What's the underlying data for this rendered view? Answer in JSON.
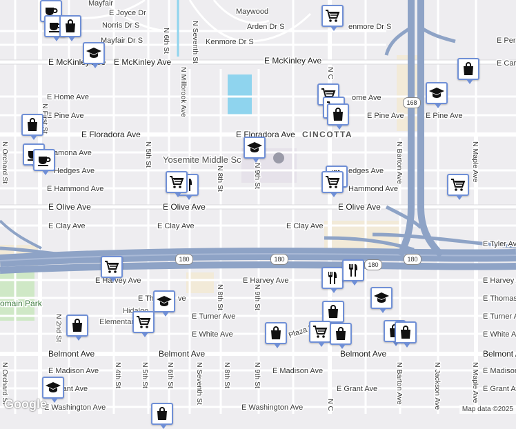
{
  "map": {
    "attribution": "Map data ©2025",
    "logo": "Google",
    "route_shields": [
      "180",
      "180",
      "180",
      "180",
      "168"
    ],
    "area_label": "CINCOTTA",
    "poi_labels": {
      "school": "Yosemite Middle Sc",
      "elementary": "Hidalgo",
      "elementary2": "Elementary Sc",
      "park": "omain Park"
    },
    "streets_h": {
      "mckinley_w": "E McKinley Ave",
      "mckinley_e": "E McKinley Ave",
      "home": "E Home Ave",
      "home_e": "ome Ave",
      "pine": "E Pine Ave",
      "pine_c": "E Pine Ave",
      "pine_e": "E Pine Ave",
      "floradora": "E Floradora Ave",
      "floradora_c": "E Floradora Ave",
      "ramona": "amona Ave",
      "hedges": "Hedges Ave",
      "hedges_e": "edges Ave",
      "hammond": "E Hammond Ave",
      "hammond_e": "Hammond Ave",
      "olive_w": "E Olive Ave",
      "olive_c": "E Olive Ave",
      "olive_e": "E Olive Ave",
      "clay_w": "E Clay Ave",
      "clay_c": "E Clay Ave",
      "clay_c2": "E Clay Ave",
      "tyler": "E Tyler Ave",
      "harvey_w": "E Harvey Ave",
      "harvey_c": "E Harvey Ave",
      "harvey_e": "E Harvey Ave",
      "thomas_w": "E Th",
      "thomas_w2": "ve",
      "thomas_e": "E Thomas",
      "turner": "E Turner Ave",
      "turner_e": "E Turner Ave",
      "white": "E White Ave",
      "white_e": "E White Ave",
      "plaza": "Plaza D",
      "belmont_w": "Belmont Ave",
      "belmont_c": "Belmont Ave",
      "belmont_c2": "Belmont Ave",
      "belmont_e": "Belmont Ave",
      "madison": "E Madison Ave",
      "madison_c": "E Madison Ave",
      "madison_e": "E Madison Ave",
      "grant_w": "E Grant Ave",
      "grant": "E Grant Ave",
      "grant_e": "E Grant Ave",
      "washington_w": "E Washington Ave",
      "washington": "E Washington Ave",
      "joyce": "E Joyce Dr",
      "norris": "Norris Dr S",
      "mayfair": "Mayfair Dr S",
      "mayfair_n": "Mayfair",
      "maywood": "Maywood",
      "arden": "Arden Dr S",
      "kenmore": "Kenmore Dr S",
      "kenmore_e": "enmore Dr S",
      "e_per": "E Per",
      "e_car": "E Car"
    },
    "streets_v": {
      "first": "N First St",
      "orchard": "N Orchard St",
      "orchard_s": "N Orchard St",
      "second": "N 2nd St",
      "fourth": "N 4th St",
      "fifth": "N 5th St",
      "fifth_s": "N 5th St",
      "sixth": "N 6th St",
      "sixth_s": "N 6th St",
      "seventh": "N Seventh St",
      "seventh_s": "N Seventh St",
      "millbrook": "N Millbrook Ave",
      "eighth": "N 8th St",
      "eighth_s": "N 8th St",
      "eighth_s2": "N 8th St",
      "ninth": "N 9th St",
      "ninth_s": "N 9th St",
      "ninth_s2": "N 9th St",
      "barton": "N Barton Ave",
      "barton_s": "N Barton Ave",
      "maple": "N Maple Ave",
      "maple_s": "N Maple Ave",
      "jackson": "N Jackson Ave",
      "cedar_n": "N C",
      "cedar_s": "N C"
    },
    "markers": [
      {
        "type": "coffee"
      },
      {
        "type": "coffee"
      },
      {
        "type": "shopping-bag"
      },
      {
        "type": "school"
      },
      {
        "type": "shopping-cart"
      },
      {
        "type": "shopping-bag"
      },
      {
        "type": "shopping-bag"
      },
      {
        "type": "coffee"
      },
      {
        "type": "coffee"
      },
      {
        "type": "shopping-bag"
      },
      {
        "type": "school"
      },
      {
        "type": "shopping-cart"
      },
      {
        "type": "shopping-cart"
      },
      {
        "type": "shopping-bag"
      },
      {
        "type": "restaurant"
      },
      {
        "type": "restaurant"
      },
      {
        "type": "shopping-cart"
      },
      {
        "type": "shopping-cart"
      },
      {
        "type": "shopping-cart"
      },
      {
        "type": "shopping-cart"
      },
      {
        "type": "restaurant"
      },
      {
        "type": "restaurant"
      },
      {
        "type": "school"
      },
      {
        "type": "shopping-cart"
      },
      {
        "type": "shopping-bag"
      },
      {
        "type": "shopping-bag"
      },
      {
        "type": "school"
      },
      {
        "type": "shopping-bag"
      },
      {
        "type": "shopping-bag"
      },
      {
        "type": "shopping-cart"
      },
      {
        "type": "shopping-bag"
      },
      {
        "type": "shopping-bag"
      },
      {
        "type": "school"
      },
      {
        "type": "school"
      }
    ]
  }
}
